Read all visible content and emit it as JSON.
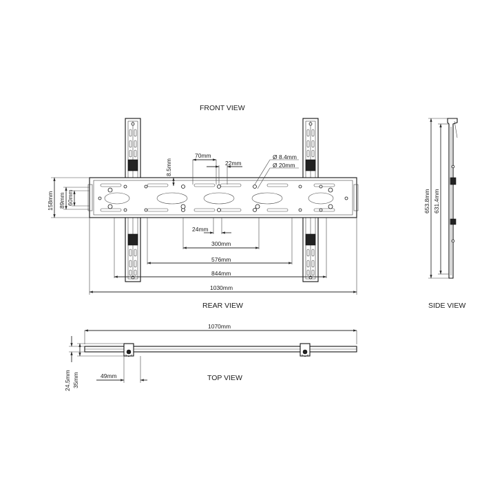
{
  "views": {
    "front": "FRONT VIEW",
    "rear": "REAR VIEW",
    "side": "SIDE VIEW",
    "top": "TOP VIEW"
  },
  "dimensions": {
    "d70": "70mm",
    "d22": "22mm",
    "d8_5": "8.5mm",
    "hole_small": "Ø 8.4mm",
    "hole_large": "Ø 20mm",
    "d158": "158mm",
    "d89": "89mm",
    "d60": "60mm",
    "d24": "24mm",
    "d300": "300mm",
    "d576": "576mm",
    "d844": "844mm",
    "d1030": "1030mm",
    "d653": "653.8mm",
    "d631": "631.4mm",
    "d1070": "1070mm",
    "d24_5": "24.5mm",
    "d35": "35mm",
    "d49": "49mm"
  }
}
